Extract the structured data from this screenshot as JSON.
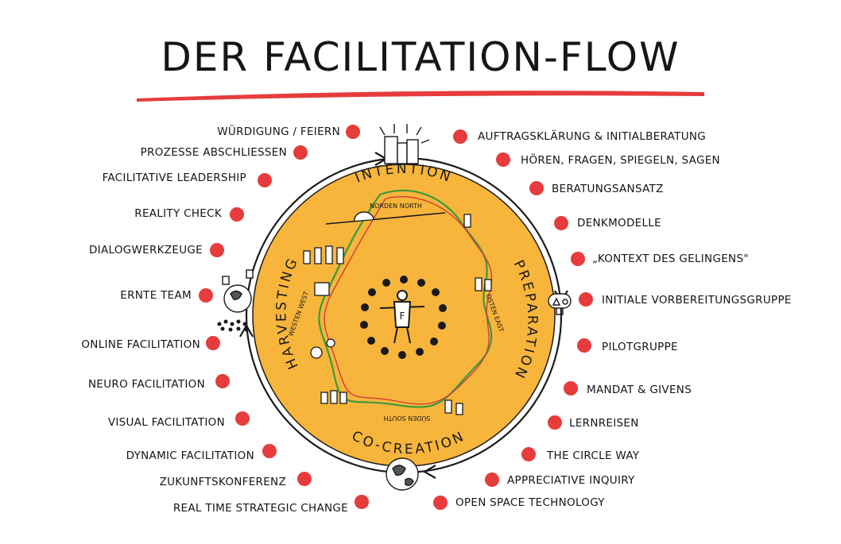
{
  "title": "DER FACILITATION-FLOW",
  "colors": {
    "circle_fill": "#f7b53c",
    "dot": "#e63c3c",
    "underline": "#e63c3c",
    "ink": "#1a1a1a"
  },
  "phases": {
    "intention": "INTENTION",
    "preparation": "PREPARATION",
    "co_creation": "CO-CREATION",
    "harvesting": "HARVESTING"
  },
  "directions": {
    "north": "NORDEN NORTH",
    "east": "OSTEN EAST",
    "south": "SÜDEN SOUTH",
    "west": "WESTEN WEST"
  },
  "center_letter": "F",
  "left_labels": [
    "WÜRDIGUNG / FEIERN",
    "PROZESSE ABSCHLIESSEN",
    "FACILITATIVE LEADERSHIP",
    "REALITY CHECK",
    "DIALOGWERKZEUGE",
    "ERNTE TEAM",
    "ONLINE FACILITATION",
    "NEURO FACILITATION",
    "VISUAL FACILITATION",
    "DYNAMIC FACILITATION",
    "ZUKUNFTSKONFERENZ",
    "REAL TIME STRATEGIC CHANGE"
  ],
  "right_labels": [
    "AUFTRAGSKLÄRUNG & INITIALBERATUNG",
    "HÖREN, FRAGEN, SPIEGELN, SAGEN",
    "BERATUNGSANSATZ",
    "DENKMODELLE",
    "„KONTEXT DES GELINGENS\"",
    "INITIALE VORBEREITUNGSGRUPPE",
    "PILOTGRUPPE",
    "MANDAT & GIVENS",
    "LERNREISEN",
    "THE CIRCLE WAY",
    "APPRECIATIVE INQUIRY",
    "OPEN SPACE TECHNOLOGY"
  ]
}
